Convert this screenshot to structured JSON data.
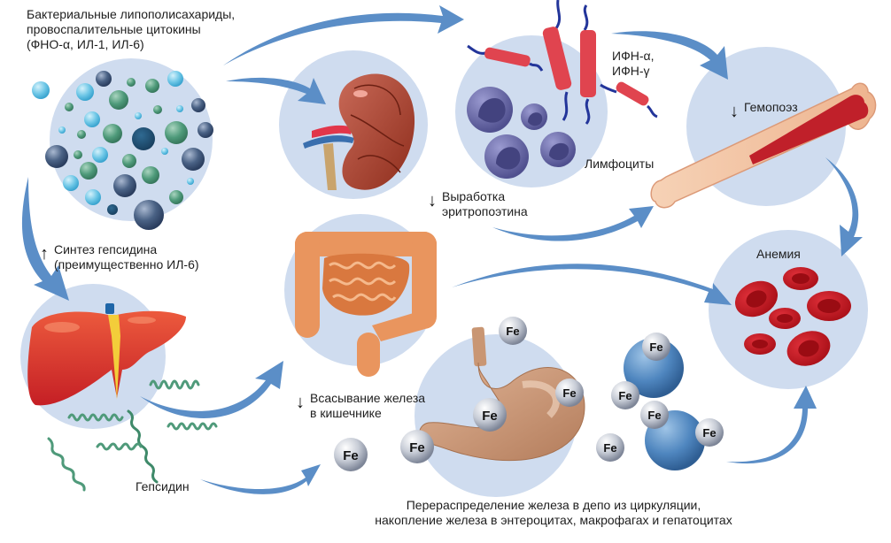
{
  "title": "Патогенез анемии воспаления",
  "colors": {
    "circle_bg": "#cfdcef",
    "arrow": "#5b8ec7",
    "liver": "#d42b2b",
    "kidney": "#a8402a",
    "rbc": "#c8161d",
    "lymphocyte": "#5a5aa0",
    "cytokine_rod": "#e0444f",
    "hepcidin": "#4f9a7a",
    "fe_ball": "#c9ced8",
    "macrophage": "#4f86bf",
    "intestine": "#e9955e",
    "stomach": "#c99673",
    "bone": "#f2c3a0",
    "marrow": "#c0202a"
  },
  "labels": {
    "cytokines": "Бактериальные липополисахариды,\nпровоспалительные цитокины\n(ФНО-α, ИЛ-1, ИЛ-6)",
    "hepcidin_synthesis": {
      "direction": "up",
      "icon": "arrow-up-icon",
      "text": "Синтез гепсидина\n(преимущественно ИЛ-6)"
    },
    "erythropoietin": {
      "direction": "down",
      "icon": "arrow-down-icon",
      "text": "Выработка\nэритропоэтина"
    },
    "interferons": "ИФН-α,\nИФН-γ",
    "lymphocytes": "Лимфоциты",
    "hemopoiesis": {
      "direction": "down",
      "icon": "arrow-down-icon",
      "text": "Гемопоэз"
    },
    "anemia": "Анемия",
    "iron_absorption": {
      "direction": "down",
      "icon": "arrow-down-icon",
      "text": "Всасывание железа\nв кишечнике"
    },
    "hepcidin": "Гепсидин",
    "redistribution": "Перераспределение железа в депо из циркуляции,\nнакопление железа в энтероцитах, макрофагах и гепатоцитах"
  },
  "glyphs": {
    "up": "↑",
    "down": "↓"
  },
  "iron_symbol": "Fe",
  "nodes": [
    {
      "id": "cytokine-particles",
      "name": "Цитокины"
    },
    {
      "id": "kidney",
      "name": "Почка"
    },
    {
      "id": "lymphocytes",
      "name": "Лимфоциты"
    },
    {
      "id": "bone-marrow",
      "name": "Костный мозг"
    },
    {
      "id": "liver",
      "name": "Печень"
    },
    {
      "id": "intestine",
      "name": "Кишечник"
    },
    {
      "id": "stomach",
      "name": "Желудок"
    },
    {
      "id": "macrophages",
      "name": "Макрофаги"
    },
    {
      "id": "anemia",
      "name": "Анемия"
    }
  ],
  "edges": [
    {
      "from": "cytokine-particles",
      "to": "kidney"
    },
    {
      "from": "cytokine-particles",
      "to": "lymphocytes"
    },
    {
      "from": "cytokine-particles",
      "to": "liver"
    },
    {
      "from": "lymphocytes",
      "to": "bone-marrow"
    },
    {
      "from": "kidney",
      "to": "bone-marrow"
    },
    {
      "from": "bone-marrow",
      "to": "anemia"
    },
    {
      "from": "liver",
      "to": "intestine"
    },
    {
      "from": "liver",
      "to": "stomach"
    },
    {
      "from": "intestine",
      "to": "anemia"
    },
    {
      "from": "macrophages",
      "to": "anemia"
    }
  ]
}
